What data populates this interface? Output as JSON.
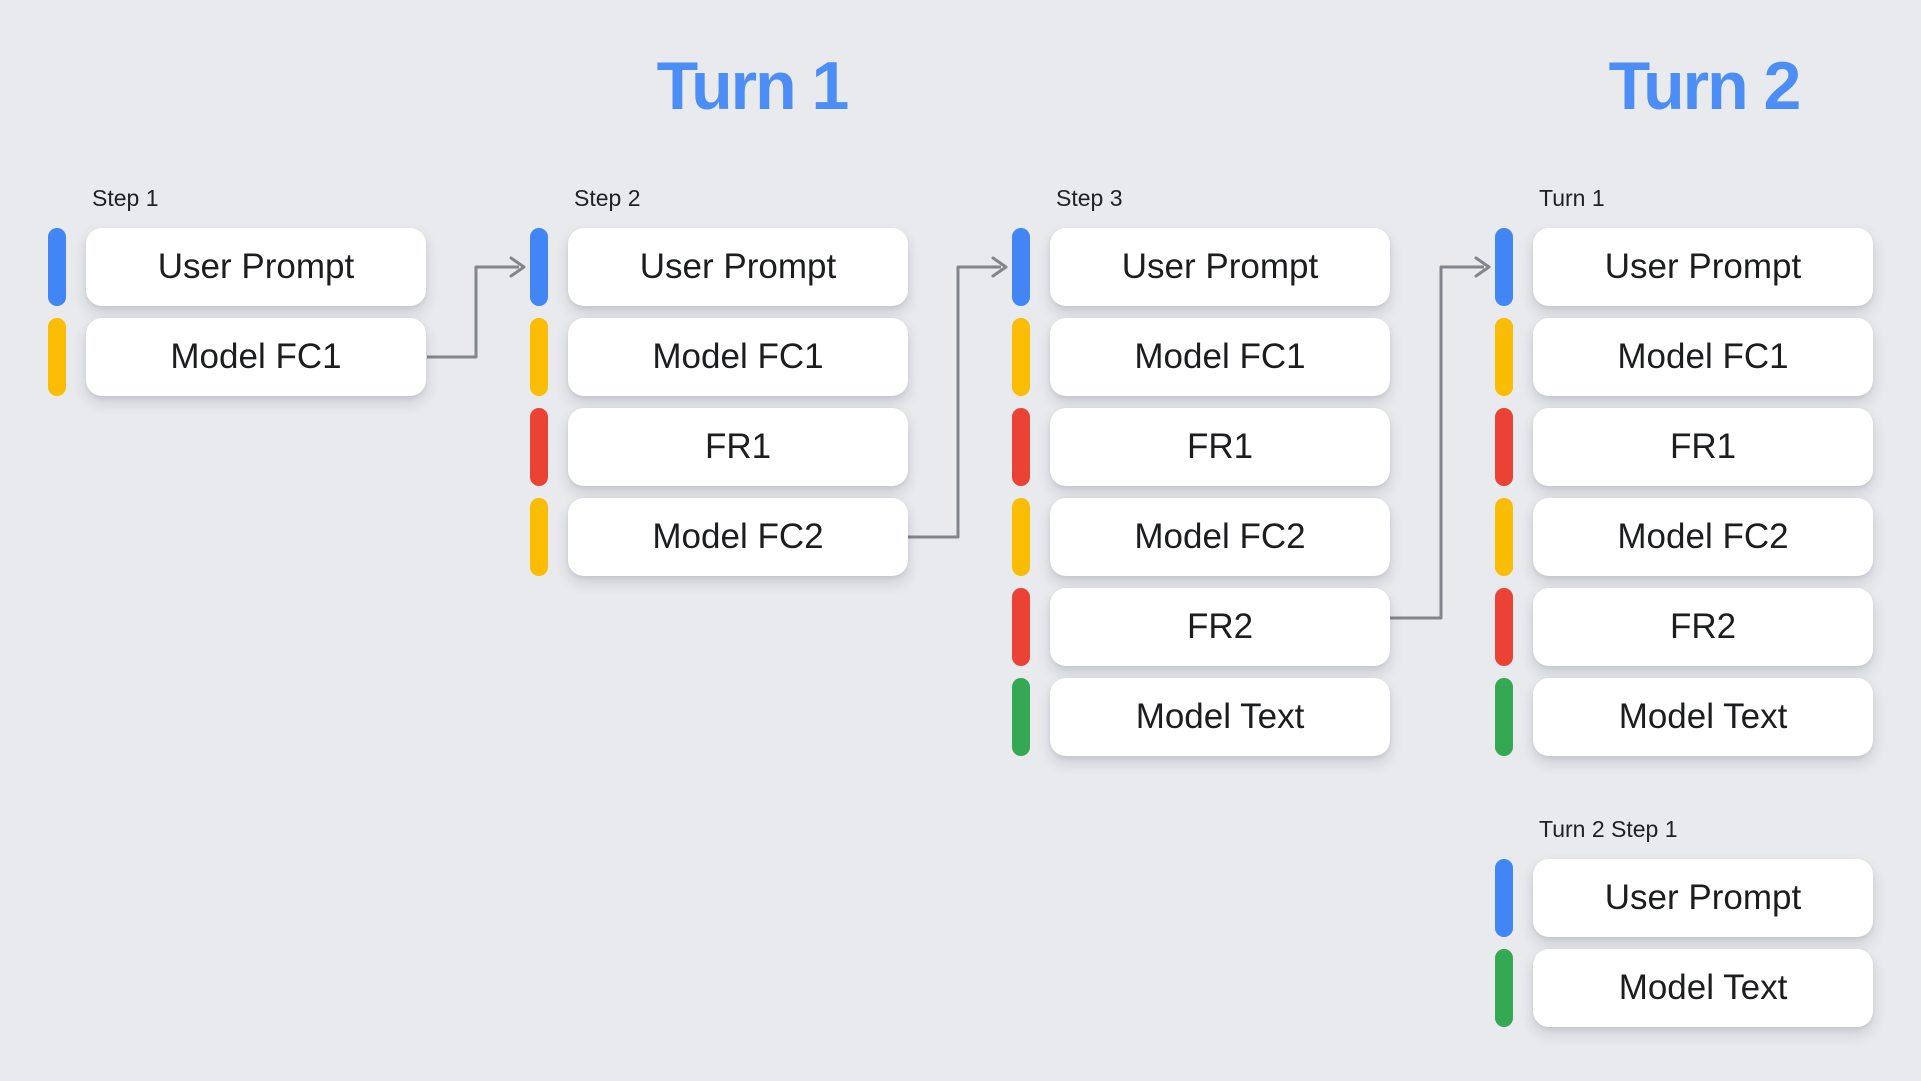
{
  "background": "#E9EAEE",
  "palette": {
    "user_prompt_bar": "#4285F4",
    "model_fc_bar": "#FBBC04",
    "function_response_bar": "#EA4335",
    "model_text_bar": "#34A853",
    "title_blue": "#4D8DF6",
    "arrow_grey": "#80868B",
    "box_background": "#FFFFFF",
    "box_text": "#1C1D1F",
    "label_text": "#202124"
  },
  "titles": {
    "turn1": "Turn 1",
    "turn2": "Turn 2"
  },
  "columns": [
    {
      "label": "Step 1",
      "items": [
        {
          "label": "User Prompt",
          "type": "user"
        },
        {
          "label": "Model FC1",
          "type": "fc"
        }
      ]
    },
    {
      "label": "Step 2",
      "items": [
        {
          "label": "User Prompt",
          "type": "user"
        },
        {
          "label": "Model FC1",
          "type": "fc"
        },
        {
          "label": "FR1",
          "type": "fr"
        },
        {
          "label": "Model FC2",
          "type": "fc"
        }
      ]
    },
    {
      "label": "Step 3",
      "items": [
        {
          "label": "User Prompt",
          "type": "user"
        },
        {
          "label": "Model FC1",
          "type": "fc"
        },
        {
          "label": "FR1",
          "type": "fr"
        },
        {
          "label": "Model FC2",
          "type": "fc"
        },
        {
          "label": "FR2",
          "type": "fr"
        },
        {
          "label": "Model Text",
          "type": "text"
        }
      ]
    },
    {
      "label": "Turn 1",
      "items": [
        {
          "label": "User Prompt",
          "type": "user"
        },
        {
          "label": "Model FC1",
          "type": "fc"
        },
        {
          "label": "FR1",
          "type": "fr"
        },
        {
          "label": "Model FC2",
          "type": "fc"
        },
        {
          "label": "FR2",
          "type": "fr"
        },
        {
          "label": "Model Text",
          "type": "text"
        }
      ]
    },
    {
      "label": "Turn 2 Step 1",
      "items": [
        {
          "label": "User Prompt",
          "type": "user"
        },
        {
          "label": "Model Text",
          "type": "text"
        }
      ]
    }
  ],
  "connections": [
    {
      "from": "Step 1 / Model FC1",
      "to": "Step 2 / User Prompt"
    },
    {
      "from": "Step 2 / Model FC2",
      "to": "Step 3 / User Prompt"
    },
    {
      "from": "Step 3 / FR2",
      "to": "Turn 1 / User Prompt"
    }
  ]
}
